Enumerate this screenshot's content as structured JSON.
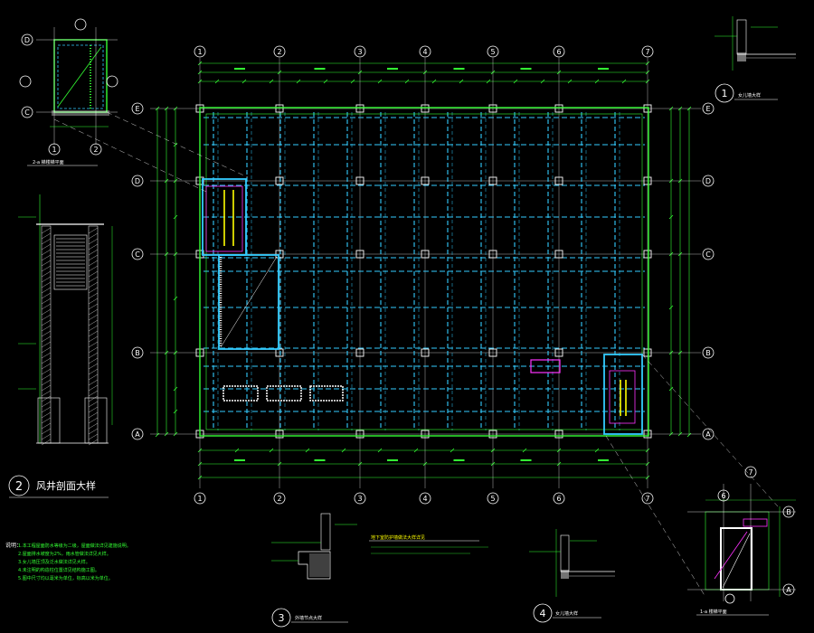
{
  "colors": {
    "background": "#000000",
    "axis": "#ffffff",
    "dimension": "#33ff33",
    "wall": "#33ff33",
    "hidden_beam": "#33ccff",
    "highlight_stair": "#ffff00",
    "magenta": "#ff33ff",
    "hatch": "#ffffff"
  },
  "plan": {
    "col_axes": [
      "1",
      "2",
      "3",
      "4",
      "5",
      "6",
      "7"
    ],
    "row_axes": [
      "E",
      "D",
      "C",
      "B",
      "A"
    ]
  },
  "detail_top_left": {
    "axes_top": [
      "1",
      "2"
    ],
    "axes_side": [
      "D",
      "C"
    ],
    "caption": "2-a 梯楼梯平面"
  },
  "section_2": {
    "number": "2",
    "title": "风井剖面大样"
  },
  "detail_1": {
    "number": "1",
    "caption": "女儿墙大样"
  },
  "detail_3": {
    "number": "3",
    "caption": "外墙节点大样"
  },
  "detail_4": {
    "number": "4",
    "caption": "女儿墙大样"
  },
  "detail_right": {
    "axes_top": [
      "6",
      "7"
    ],
    "axes_side": [
      "B",
      "A"
    ],
    "caption": "1-a 楼梯平面"
  },
  "notes": {
    "heading": "说明：",
    "lines": [
      "1.本工程屋面防水等级为二级，屋面做法详见建施说明。",
      "2.屋面排水坡度为2%，雨水管做法详见大样。",
      "3.女儿墙压顶及泛水做法详见大样。",
      "4.未注明的构造柱位置详见结构施工图。",
      "5.图中尺寸均以毫米为单位，标高以米为单位。"
    ]
  },
  "center_note": "地下室防护墙做法大样详见"
}
